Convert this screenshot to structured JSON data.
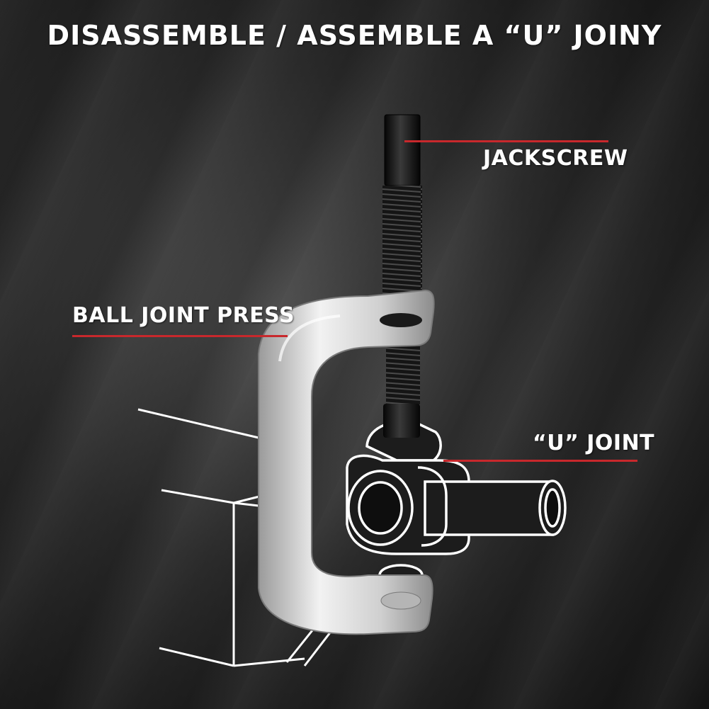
{
  "title": "DISASSEMBLE / ASSEMBLE A “U” JOINY",
  "callouts": {
    "jackscrew": "JACKSCREW",
    "ball_joint_press": "BALL JOINT PRESS",
    "u_joint": "“U” JOINT"
  },
  "colors": {
    "accent": "#c8282c",
    "background": "#2b2b2b",
    "press": "#d9d9d9",
    "screw": "#111111",
    "outline": "#ffffff"
  }
}
